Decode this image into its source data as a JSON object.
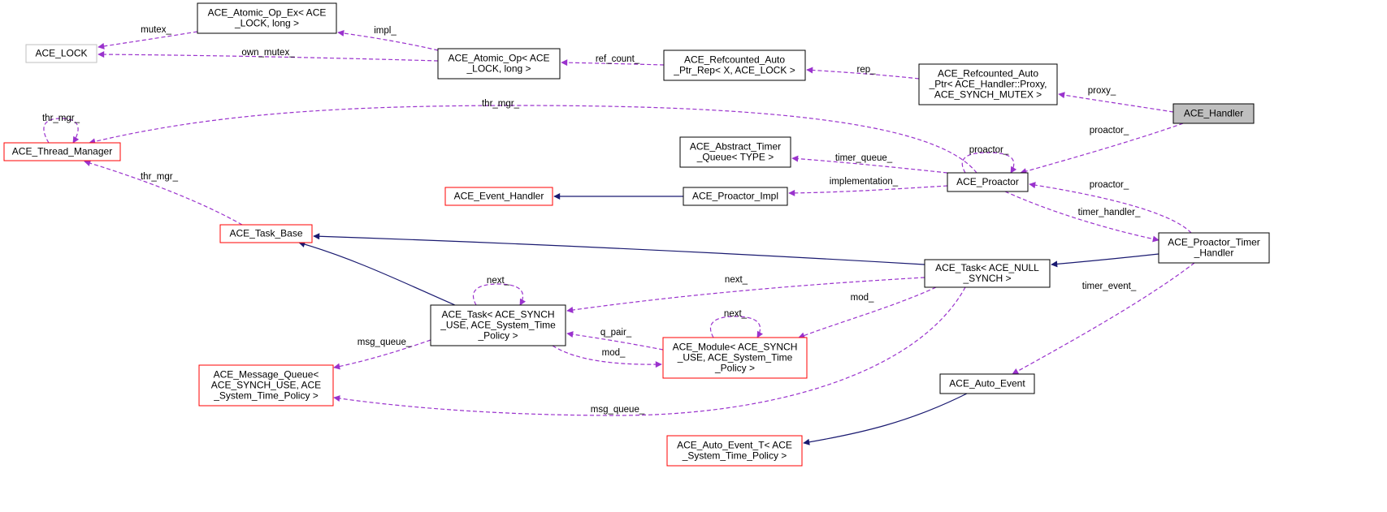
{
  "colors": {
    "node_border": "#000000",
    "node_border_incomplete": "#bfbfbf",
    "node_border_truncated": "#ff0000",
    "node_fill": "#ffffff",
    "focus_fill": "#bfbfbf",
    "usage_edge": "#9a32cd",
    "inherit_edge": "#191970"
  },
  "nodes": [
    {
      "id": "ace_handler",
      "lines": [
        "ACE_Handler"
      ]
    },
    {
      "id": "proxy_ptr",
      "lines": [
        "ACE_Refcounted_Auto",
        "_Ptr< ACE_Handler::Proxy,",
        "ACE_SYNCH_MUTEX >"
      ]
    },
    {
      "id": "rc_rep",
      "lines": [
        "ACE_Refcounted_Auto",
        "_Ptr_Rep< X, ACE_LOCK >"
      ]
    },
    {
      "id": "atomic_op",
      "lines": [
        "ACE_Atomic_Op< ACE",
        "_LOCK, long >"
      ]
    },
    {
      "id": "atomic_op_ex",
      "lines": [
        "ACE_Atomic_Op_Ex< ACE",
        "_LOCK, long >"
      ]
    },
    {
      "id": "ace_lock",
      "lines": [
        "ACE_LOCK"
      ]
    },
    {
      "id": "thread_mgr",
      "lines": [
        "ACE_Thread_Manager"
      ]
    },
    {
      "id": "proactor",
      "lines": [
        "ACE_Proactor"
      ]
    },
    {
      "id": "abs_timer_queue",
      "lines": [
        "ACE_Abstract_Timer",
        "_Queue< TYPE >"
      ]
    },
    {
      "id": "event_handler",
      "lines": [
        "ACE_Event_Handler"
      ]
    },
    {
      "id": "proactor_impl",
      "lines": [
        "ACE_Proactor_Impl"
      ]
    },
    {
      "id": "task_base",
      "lines": [
        "ACE_Task_Base"
      ]
    },
    {
      "id": "proactor_timer_handler",
      "lines": [
        "ACE_Proactor_Timer",
        "_Handler"
      ]
    },
    {
      "id": "task_null",
      "lines": [
        "ACE_Task< ACE_NULL",
        "_SYNCH >"
      ]
    },
    {
      "id": "task_synch",
      "lines": [
        "ACE_Task< ACE_SYNCH",
        "_USE, ACE_System_Time",
        "_Policy >"
      ]
    },
    {
      "id": "module",
      "lines": [
        "ACE_Module< ACE_SYNCH",
        "_USE, ACE_System_Time",
        "_Policy >"
      ]
    },
    {
      "id": "msg_queue",
      "lines": [
        "ACE_Message_Queue<",
        "ACE_SYNCH_USE, ACE",
        "_System_Time_Policy >"
      ]
    },
    {
      "id": "auto_event",
      "lines": [
        "ACE_Auto_Event"
      ]
    },
    {
      "id": "auto_event_t",
      "lines": [
        "ACE_Auto_Event_T< ACE",
        "_System_Time_Policy >"
      ]
    }
  ],
  "edges": [
    {
      "id": "proxy",
      "label": "proxy_"
    },
    {
      "id": "rep",
      "label": "rep_"
    },
    {
      "id": "ref_count",
      "label": "ref_count_"
    },
    {
      "id": "impl",
      "label": "impl_"
    },
    {
      "id": "mutex",
      "label": "mutex_"
    },
    {
      "id": "own_mutex",
      "label": "own_mutex_"
    },
    {
      "id": "thr_mgr_top",
      "label": "thr_mgr_"
    },
    {
      "id": "thr_mgr_self",
      "label": "thr_mgr_"
    },
    {
      "id": "thr_mgr_task",
      "label": "thr_mgr_"
    },
    {
      "id": "proactor_handler",
      "label": "proactor_"
    },
    {
      "id": "proactor_self",
      "label": "proactor_"
    },
    {
      "id": "timer_queue",
      "label": "timer_queue_"
    },
    {
      "id": "implementation",
      "label": "implementation_"
    },
    {
      "id": "proactor_timer",
      "label": "proactor_"
    },
    {
      "id": "timer_handler",
      "label": "timer_handler_"
    },
    {
      "id": "timer_event",
      "label": "timer_event_"
    },
    {
      "id": "next_task_null",
      "label": "next_"
    },
    {
      "id": "next_task_self",
      "label": "next_"
    },
    {
      "id": "mod_task_null",
      "label": "mod_"
    },
    {
      "id": "next_module_self",
      "label": "next_"
    },
    {
      "id": "q_pair",
      "label": "q_pair_"
    },
    {
      "id": "mod_task_synch",
      "label": "mod_"
    },
    {
      "id": "msg_queue_synch",
      "label": "msg_queue_"
    },
    {
      "id": "msg_queue_null",
      "label": "msg_queue_"
    }
  ]
}
